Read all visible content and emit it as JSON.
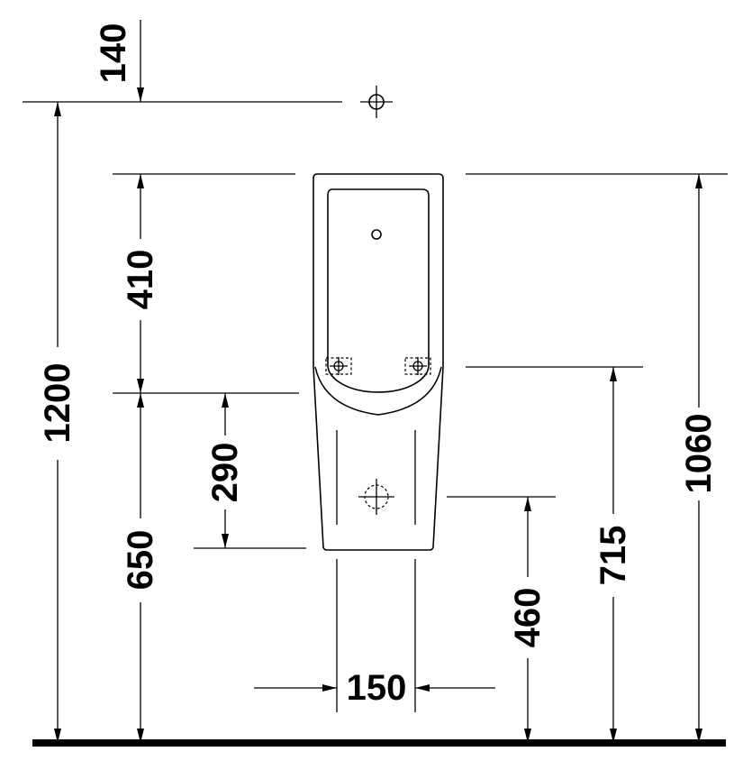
{
  "colors": {
    "line": "#000000",
    "background": "#ffffff"
  },
  "dimensions": {
    "d140": "140",
    "d1200": "1200",
    "d410": "410",
    "d290": "290",
    "d650": "650",
    "d150": "150",
    "d460": "460",
    "d715": "715",
    "d1060": "1060"
  }
}
